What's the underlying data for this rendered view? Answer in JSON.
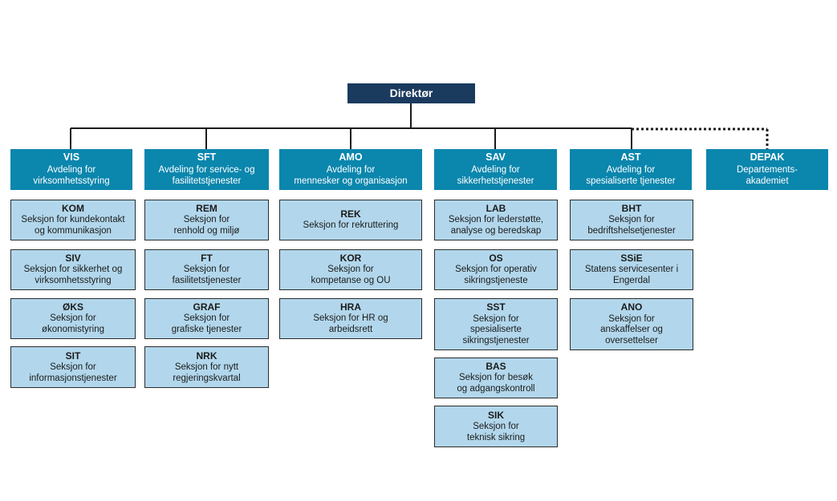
{
  "director": {
    "label": "Direktør"
  },
  "departments": [
    {
      "code": "VIS",
      "lines": [
        "Avdeling for",
        "virksomhetsstyring"
      ],
      "sections": [
        {
          "code": "KOM",
          "lines": [
            "Seksjon for kundekontakt",
            "og kommunikasjon"
          ]
        },
        {
          "code": "SIV",
          "lines": [
            "Seksjon for sikkerhet og",
            "virksomhetsstyring"
          ]
        },
        {
          "code": "ØKS",
          "lines": [
            "Seksjon for",
            "økonomistyring"
          ]
        },
        {
          "code": "SIT",
          "lines": [
            "Seksjon for",
            "informasjonstjenester"
          ]
        }
      ]
    },
    {
      "code": "SFT",
      "lines": [
        "Avdeling for service- og",
        "fasilitetstjenester"
      ],
      "sections": [
        {
          "code": "REM",
          "lines": [
            "Seksjon for",
            "renhold og miljø"
          ]
        },
        {
          "code": "FT",
          "lines": [
            "Seksjon for",
            "fasilitetstjenester"
          ]
        },
        {
          "code": "GRAF",
          "lines": [
            "Seksjon for",
            "grafiske tjenester"
          ]
        },
        {
          "code": "NRK",
          "lines": [
            "Seksjon for nytt",
            "regjeringskvartal"
          ]
        }
      ]
    },
    {
      "code": "AMO",
      "lines": [
        "Avdeling for",
        "mennesker og organisasjon"
      ],
      "sections": [
        {
          "code": "REK",
          "lines": [
            "Seksjon for rekruttering"
          ]
        },
        {
          "code": "KOR",
          "lines": [
            "Seksjon for",
            "kompetanse og OU"
          ]
        },
        {
          "code": "HRA",
          "lines": [
            "Seksjon for HR og",
            "arbeidsrett"
          ]
        }
      ]
    },
    {
      "code": "SAV",
      "lines": [
        "Avdeling for",
        "sikkerhetstjenester"
      ],
      "sections": [
        {
          "code": "LAB",
          "lines": [
            "Seksjon for lederstøtte,",
            "analyse og beredskap"
          ]
        },
        {
          "code": "OS",
          "lines": [
            "Seksjon for operativ",
            "sikringstjeneste"
          ]
        },
        {
          "code": "SST",
          "lines": [
            "Seksjon for",
            "spesialiserte",
            "sikringstjenester"
          ]
        },
        {
          "code": "BAS",
          "lines": [
            "Seksjon for besøk",
            "og adgangskontroll"
          ]
        },
        {
          "code": "SIK",
          "lines": [
            "Seksjon for",
            "teknisk sikring"
          ]
        }
      ]
    },
    {
      "code": "AST",
      "lines": [
        "Avdeling for",
        "spesialiserte tjenester"
      ],
      "sections": [
        {
          "code": "BHT",
          "lines": [
            "Seksjon for",
            "bedriftshelsetjenester"
          ]
        },
        {
          "code": "SSiE",
          "lines": [
            "Statens servicesenter i",
            "Engerdal"
          ]
        },
        {
          "code": "ANO",
          "lines": [
            "Seksjon for",
            "anskaffelser og",
            "oversettelser"
          ]
        }
      ]
    },
    {
      "code": "DEPAK",
      "lines": [
        "Departements-",
        "akademiet"
      ],
      "sections": []
    }
  ]
}
